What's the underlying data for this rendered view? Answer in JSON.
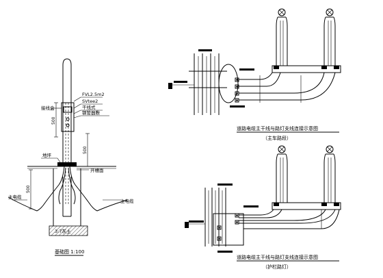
{
  "left_detail": {
    "cable_spec_1": "FVL2.5m2",
    "cable_spec_2": "SVtee2",
    "label_junction_box": "接线盒",
    "label_fuse": "干线式",
    "label_lamp_fuse": "钢管器敷",
    "dim_upper": "500",
    "dim_middle": "500",
    "dim_lower": "500",
    "label_ground": "地坪",
    "label_trench": "开槽面",
    "label_cable_left": "主电缆",
    "label_cable_right": "主电缆",
    "label_foundation": "3:7灰土",
    "title": "基础图  1:100"
  },
  "diagram_top": {
    "title": "道路电缆主干线与路灯支线连接示意图",
    "subtitle": "（主车路段）"
  },
  "diagram_bottom": {
    "title": "道路电缆主干线与路灯支线连接示意图",
    "subtitle": "（护栏路灯）"
  }
}
